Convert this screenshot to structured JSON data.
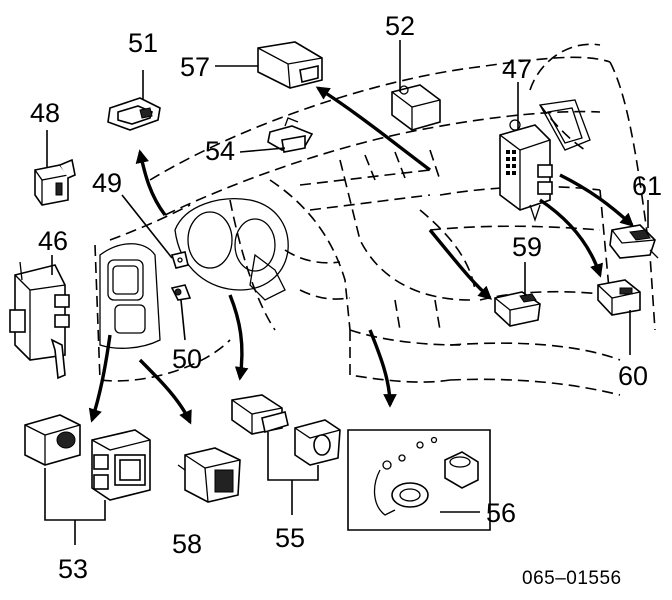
{
  "labels": {
    "p46": "46",
    "p47": "47",
    "p48": "48",
    "p49": "49",
    "p50": "50",
    "p51": "51",
    "p52": "52",
    "p53": "53",
    "p54": "54",
    "p55": "55",
    "p56": "56",
    "p57": "57",
    "p58": "58",
    "p59": "59",
    "p60": "60",
    "p61": "61"
  },
  "figure_code": "065–01556"
}
